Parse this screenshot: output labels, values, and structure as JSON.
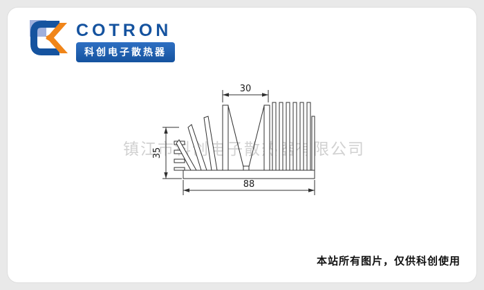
{
  "logo": {
    "brand": "COTRON",
    "banner": "科创电子散热器",
    "colors": {
      "blue": "#15539f",
      "blue_light": "#2e6fc2",
      "orange": "#f08519",
      "lavender": "#9fb0dd"
    }
  },
  "watermark": {
    "text": "镇江市科创电子散热器有限公司"
  },
  "drawing": {
    "description": "extruded aluminum heatsink profile cross-section",
    "dimensions": {
      "top_width_mm": "30",
      "left_height_mm": "35",
      "bottom_width_mm": "88"
    }
  },
  "footer": {
    "notice": "本站所有图片，仅供科创使用"
  }
}
